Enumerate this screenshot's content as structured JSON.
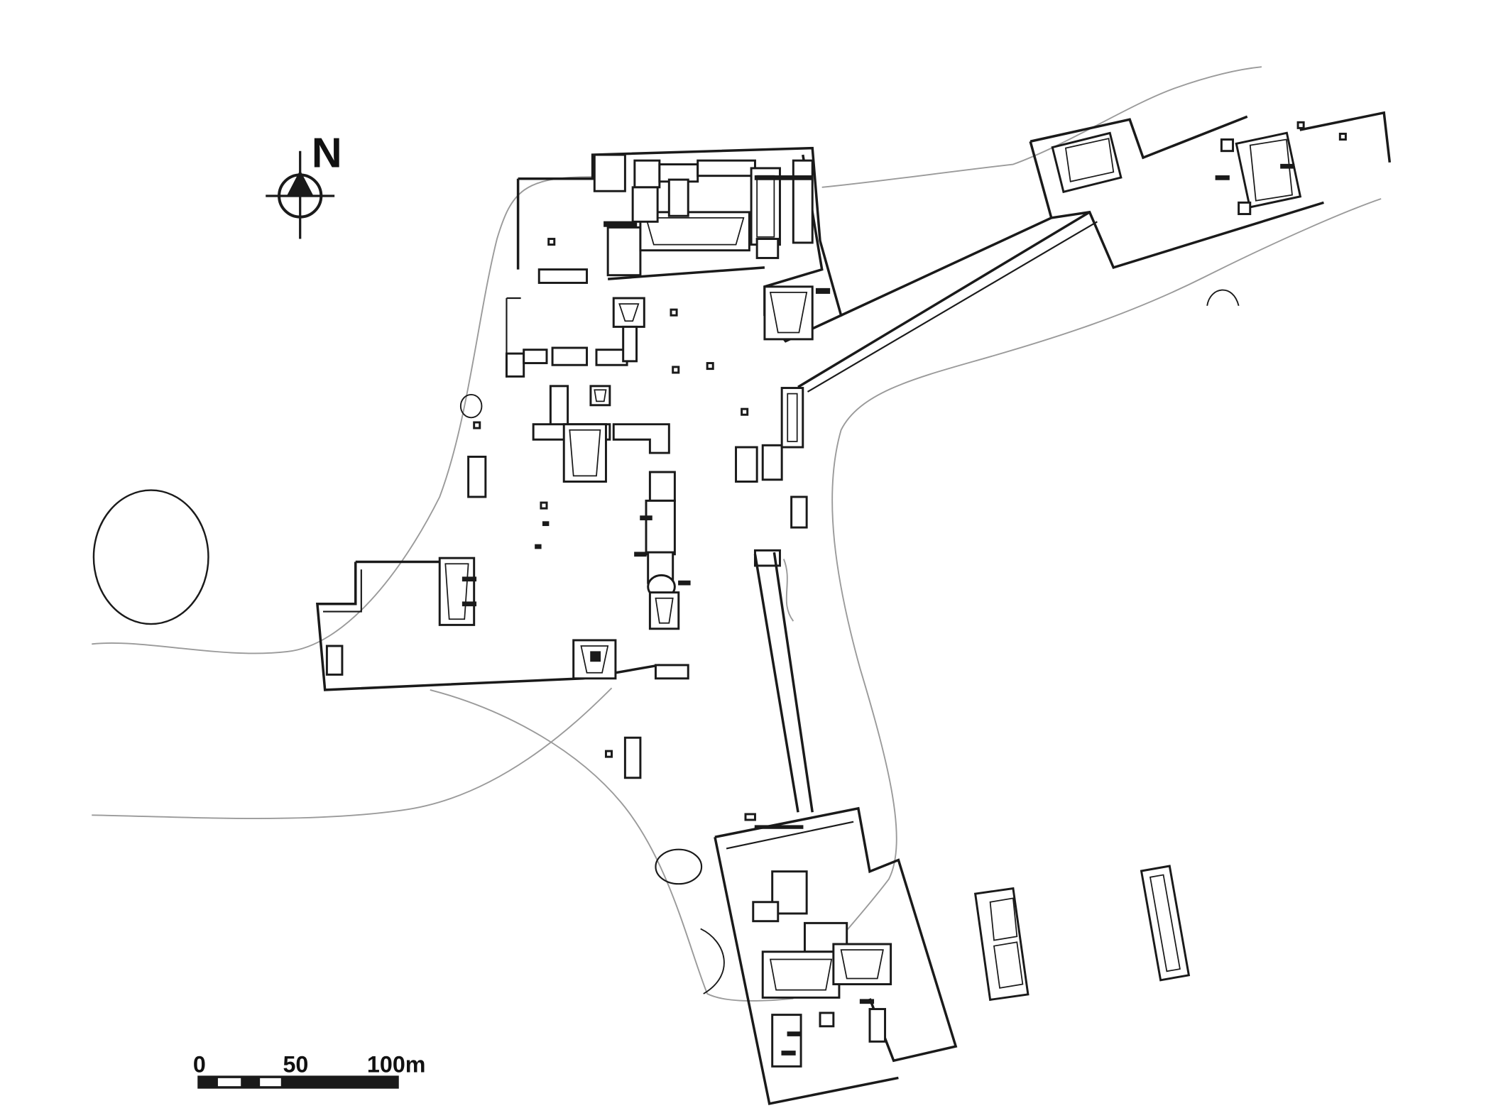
{
  "north_arrow": {
    "label": "N",
    "icon": "north-arrow-icon"
  },
  "scale_bar": {
    "ticks": [
      "0",
      "50",
      "100m"
    ],
    "segments": 5
  },
  "colors": {
    "ink": "#1a1a1a",
    "contour": "#9a9a9a",
    "background": "#ffffff"
  }
}
